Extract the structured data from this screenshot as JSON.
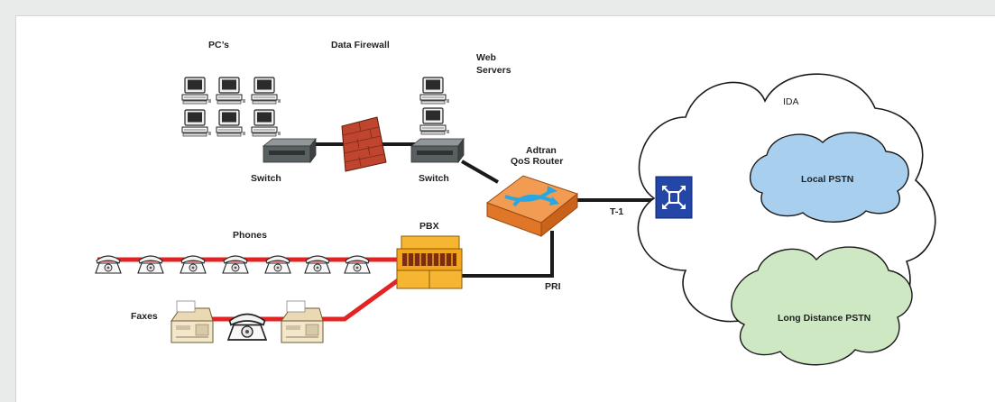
{
  "labels": {
    "pcs": "PC’s",
    "firewall": "Data Firewall",
    "web_servers_1": "Web",
    "web_servers_2": "Servers",
    "switch_left": "Switch",
    "switch_right": "Switch",
    "router_1": "Adtran",
    "router_2": "QoS Router",
    "pbx": "PBX",
    "phones": "Phones",
    "faxes": "Faxes",
    "t1": "T-1",
    "pri": "PRI",
    "ida": "IDA",
    "local_pstn": "Local PSTN",
    "long_distance_pstn": "Long Distance PSTN"
  },
  "colors": {
    "background": "#e9ebea",
    "panel": "#ffffff",
    "data_link": "#1a1a1a",
    "voice_link": "#e32424",
    "router": "#f08b3c",
    "router_arrows": "#2aa7e0",
    "pbx": "#f3a51c",
    "firewall": "#c0452e",
    "switch": "#5b6163",
    "local_pstn_cloud": "#a9cfee",
    "long_distance_cloud": "#cfe8c4",
    "gateway_icon": "#2346a7"
  },
  "icons": [
    "pc-icon",
    "server-icon",
    "switch-icon",
    "firewall-icon",
    "router-icon",
    "pbx-icon",
    "phone-icon",
    "fax-icon",
    "gateway-icon",
    "cloud-icon"
  ]
}
